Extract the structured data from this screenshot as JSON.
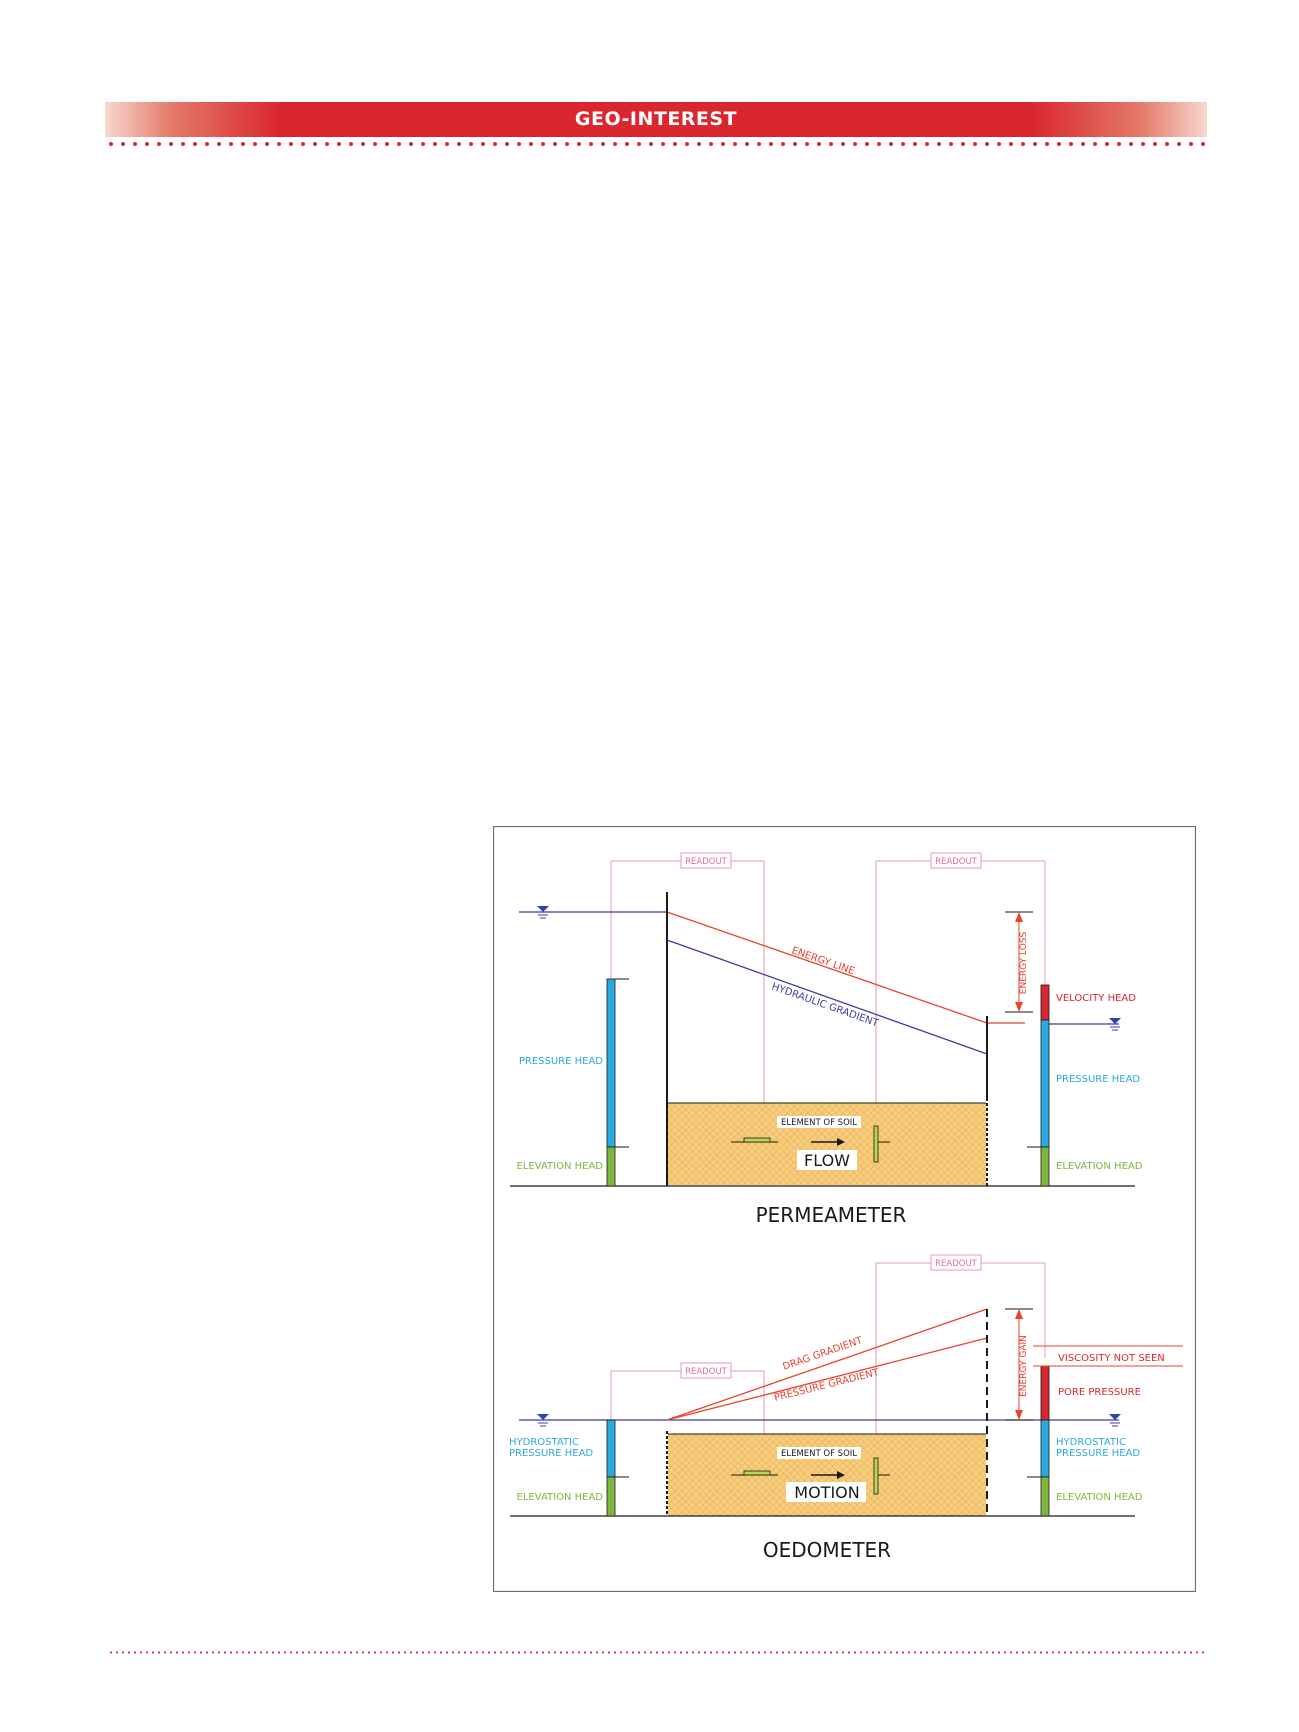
{
  "header": {
    "title": "GEO-INTEREST"
  },
  "diagram": {
    "permeameter": {
      "title": "PERMEAMETER",
      "readout_left": "READOUT",
      "readout_right": "READOUT",
      "energy_line": "ENERGY LINE",
      "hydraulic_gradient": "HYDRAULIC GRADIENT",
      "energy_loss": "ENERGY LOSS",
      "velocity_head": "VELOCITY HEAD",
      "pressure_head_left": "PRESSURE HEAD",
      "pressure_head_right": "PRESSURE HEAD",
      "elevation_head_left": "ELEVATION HEAD",
      "elevation_head_right": "ELEVATION HEAD",
      "element_of_soil": "ELEMENT OF SOIL",
      "flow": "FLOW"
    },
    "oedometer": {
      "title": "OEDOMETER",
      "readout_left": "READOUT",
      "readout_right": "READOUT",
      "drag_gradient": "DRAG GRADIENT",
      "pressure_gradient": "PRESSURE GRADIENT",
      "energy_gain": "ENERGY GAIN",
      "viscosity_not_seen": "VISCOSITY NOT SEEN",
      "pore_pressure": "PORE PRESSURE",
      "hydrostatic_left_1": "HYDROSTATIC",
      "hydrostatic_left_2": "PRESSURE HEAD",
      "hydrostatic_right_1": "HYDROSTATIC",
      "hydrostatic_right_2": "PRESSURE HEAD",
      "elevation_head_left": "ELEVATION HEAD",
      "elevation_head_right": "ELEVATION HEAD",
      "element_of_soil": "ELEMENT OF SOIL",
      "motion": "MOTION"
    }
  },
  "colors": {
    "accent": "#d9262f",
    "energy": "#e8432d",
    "hydraulic": "#3b3ea0",
    "pressure": "#2aa9de",
    "elevation": "#7db63c",
    "readout": "#e89ab0",
    "soil": "#f5c978"
  }
}
